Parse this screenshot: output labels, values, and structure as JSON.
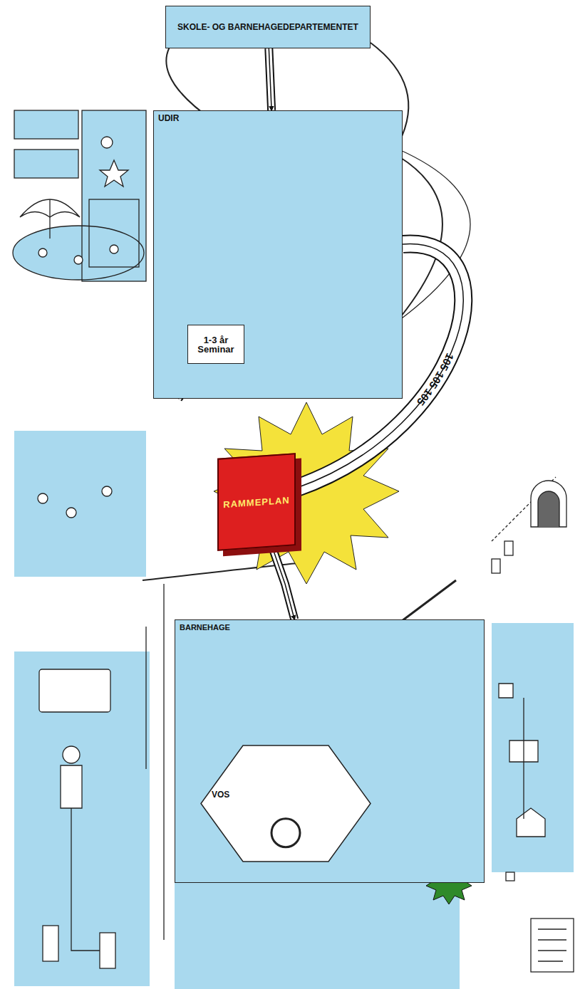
{
  "diagram": {
    "nodes": [
      {
        "text": [
          "SKOLE- OG BARNEHAGEDEPARTEMENTET"
        ]
      },
      {
        "text": [
          "UDIR"
        ]
      },
      {
        "text": [
          "1-3 år",
          "Seminar"
        ],
        "in": 1
      },
      {
        "text": [
          "RAMMEPLAN"
        ]
      },
      {
        "text": [
          "BARNEHAGE"
        ]
      },
      {
        "text": [
          "VOS"
        ],
        "in": 4
      }
    ],
    "edges": [
      {
        "from": 0,
        "to": 1,
        "arrow": "to"
      },
      {
        "from": 1,
        "to": 2,
        "arrow": "to"
      },
      {
        "from": 1,
        "to": 3,
        "label": "105 105 105",
        "arrow": "to"
      },
      {
        "from": 3,
        "to": 4,
        "arrow": "to"
      }
    ]
  }
}
